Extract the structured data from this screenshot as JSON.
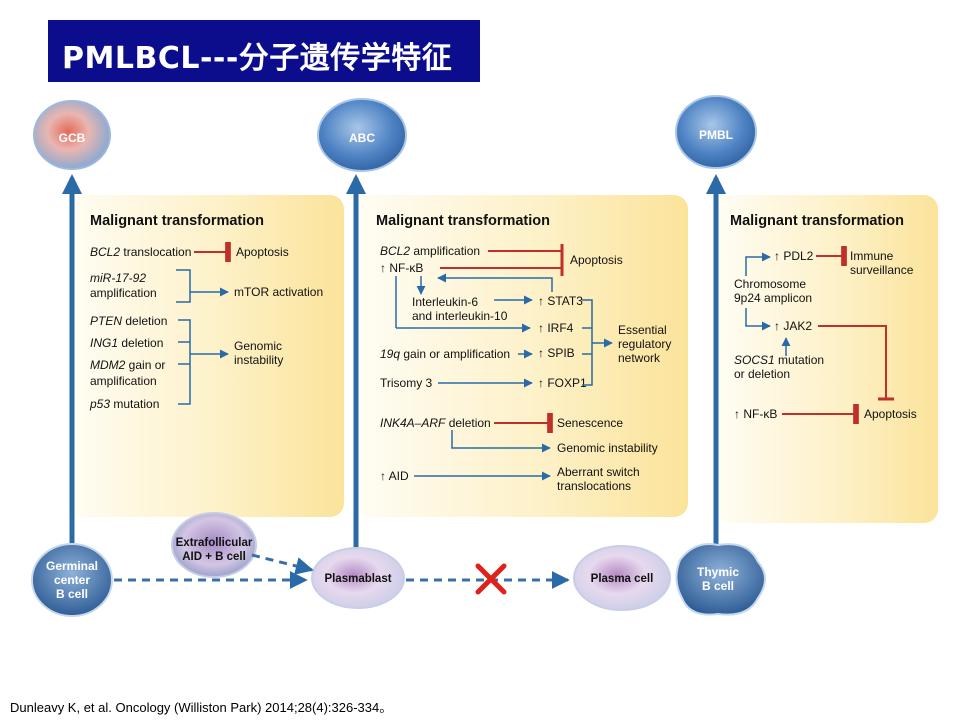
{
  "title": "PMLBCL---分子遗传学特征",
  "citation": "Dunleavy K, et al. Oncology (Williston Park) 2014;28(4):326-334。",
  "colors": {
    "title_bg": "#0b0d8c",
    "panel": "#fbe6a6",
    "blue_arrow": "#2a6aa6",
    "red_inhibit": "#c0302a",
    "dashed": "#3a6ea8"
  },
  "cells": {
    "gcb": "GCB",
    "abc": "ABC",
    "pmbl": "PMBL",
    "germinal_1": "Germinal",
    "germinal_2": "center",
    "germinal_3": "B cell",
    "extrafollicular_1": "Extrafollicular",
    "extrafollicular_2": "AID + B cell",
    "plasmablast": "Plasmablast",
    "plasma_cell": "Plasma cell",
    "thymic_1": "Thymic",
    "thymic_2": "B cell"
  },
  "panel_gcb": {
    "header": "Malignant transformation",
    "bcl2_italic": "BCL2",
    "bcl2_rest": " translocation",
    "apoptosis": "Apoptosis",
    "mir_italic": "miR-17-92",
    "mir_rest": "amplification",
    "mtor": "mTOR activation",
    "pten_italic": "PTEN",
    "pten_rest": " deletion",
    "ing1_italic": "ING1",
    "ing1_rest": " deletion",
    "mdm2_italic": "MDM2",
    "mdm2_rest": " gain or",
    "mdm2_rest2": "amplification",
    "p53_italic": "p53",
    "p53_rest": " mutation",
    "genomic_1": "Genomic",
    "genomic_2": "instability"
  },
  "panel_abc": {
    "header": "Malignant transformation",
    "bcl2_italic": "BCL2",
    "bcl2_rest": " amplification",
    "nfkb": "↑ NF-κB",
    "apoptosis": "Apoptosis",
    "il_1": "Interleukin-6",
    "il_2": "and interleukin-10",
    "stat3": "↑ STAT3",
    "irf4": "↑ IRF4",
    "spib": "↑ SPIB",
    "foxp1": "↑ FOXP1",
    "q19_italic": "19q",
    "q19_rest": " gain or amplification",
    "trisomy": "Trisomy 3",
    "essential_1": "Essential",
    "essential_2": "regulatory",
    "essential_3": "network",
    "ink_italic": "INK4A–ARF",
    "ink_rest": " deletion",
    "senescence": "Senescence",
    "genomic": "Genomic instability",
    "aid": "↑ AID",
    "aberrant_1": "Aberrant switch",
    "aberrant_2": "translocations"
  },
  "panel_pmbl": {
    "header": "Malignant transformation",
    "pdl2": "↑ PDL2",
    "immune_1": "Immune",
    "immune_2": "surveillance",
    "chrom_1": "Chromosome",
    "chrom_2": "9p24 amplicon",
    "jak2": "↑ JAK2",
    "socs_italic": "SOCS1",
    "socs_rest": " mutation",
    "socs_2": "or deletion",
    "nfkb": "↑ NF-κB",
    "apoptosis": "Apoptosis"
  }
}
